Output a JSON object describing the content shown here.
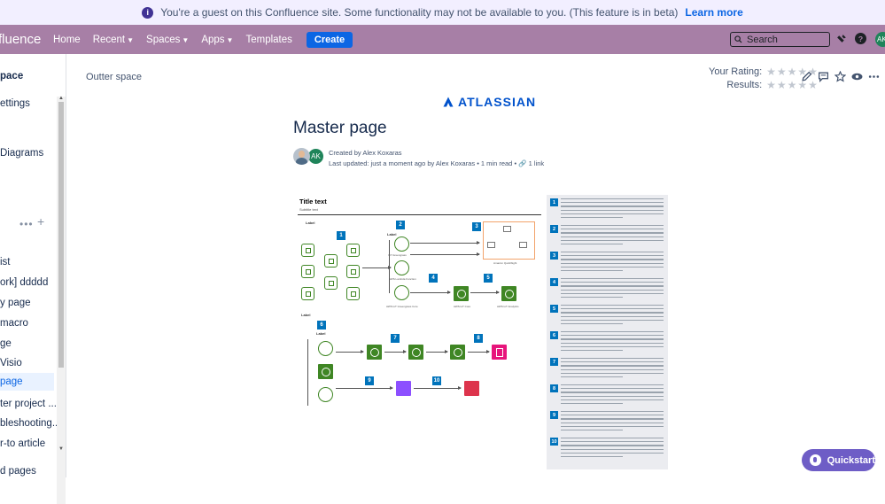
{
  "banner": {
    "message": "You're a guest on this Confluence site. Some functionality may not be available to you. (This feature is in beta)",
    "link": "Learn more"
  },
  "nav": {
    "logo": "fluence",
    "items": [
      "Home",
      "Recent",
      "Spaces",
      "Apps",
      "Templates"
    ],
    "create": "Create",
    "search_placeholder": "Search",
    "avatar_initials": "AK"
  },
  "sidebar": {
    "items": [
      "pace",
      "ettings",
      "Diagrams",
      "ist",
      "ork] ddddd",
      "y page",
      "macro",
      "ge",
      "Visio",
      "page",
      "ter project ...",
      "bleshooting...",
      "r-to article",
      "d pages"
    ]
  },
  "page": {
    "breadcrumb": "Outter space",
    "rating_label": "Your Rating:",
    "results_label": "Results:",
    "brand": "ATLASSIAN",
    "title": "Master page",
    "avatar_initials": "AK",
    "created_by": "Created by Alex Koxaras",
    "last_updated": "Last updated: just a moment ago by Alex Koxaras",
    "read_time": "1 min read",
    "links": "1 link"
  },
  "figure": {
    "title": "Title text",
    "subtitle": "Subtitle text",
    "badges": [
      "1",
      "2",
      "3",
      "4",
      "5",
      "6",
      "7",
      "8",
      "9",
      "10"
    ]
  },
  "quickstart": {
    "label": "Quickstart"
  },
  "colors": {
    "nav_bg": "#a77fa6",
    "banner_bg": "#f2efff",
    "create_btn": "#0c66e4",
    "quickstart": "#6e5dc6",
    "aws_green": "#3f8624",
    "aws_blue": "#0073bb"
  }
}
